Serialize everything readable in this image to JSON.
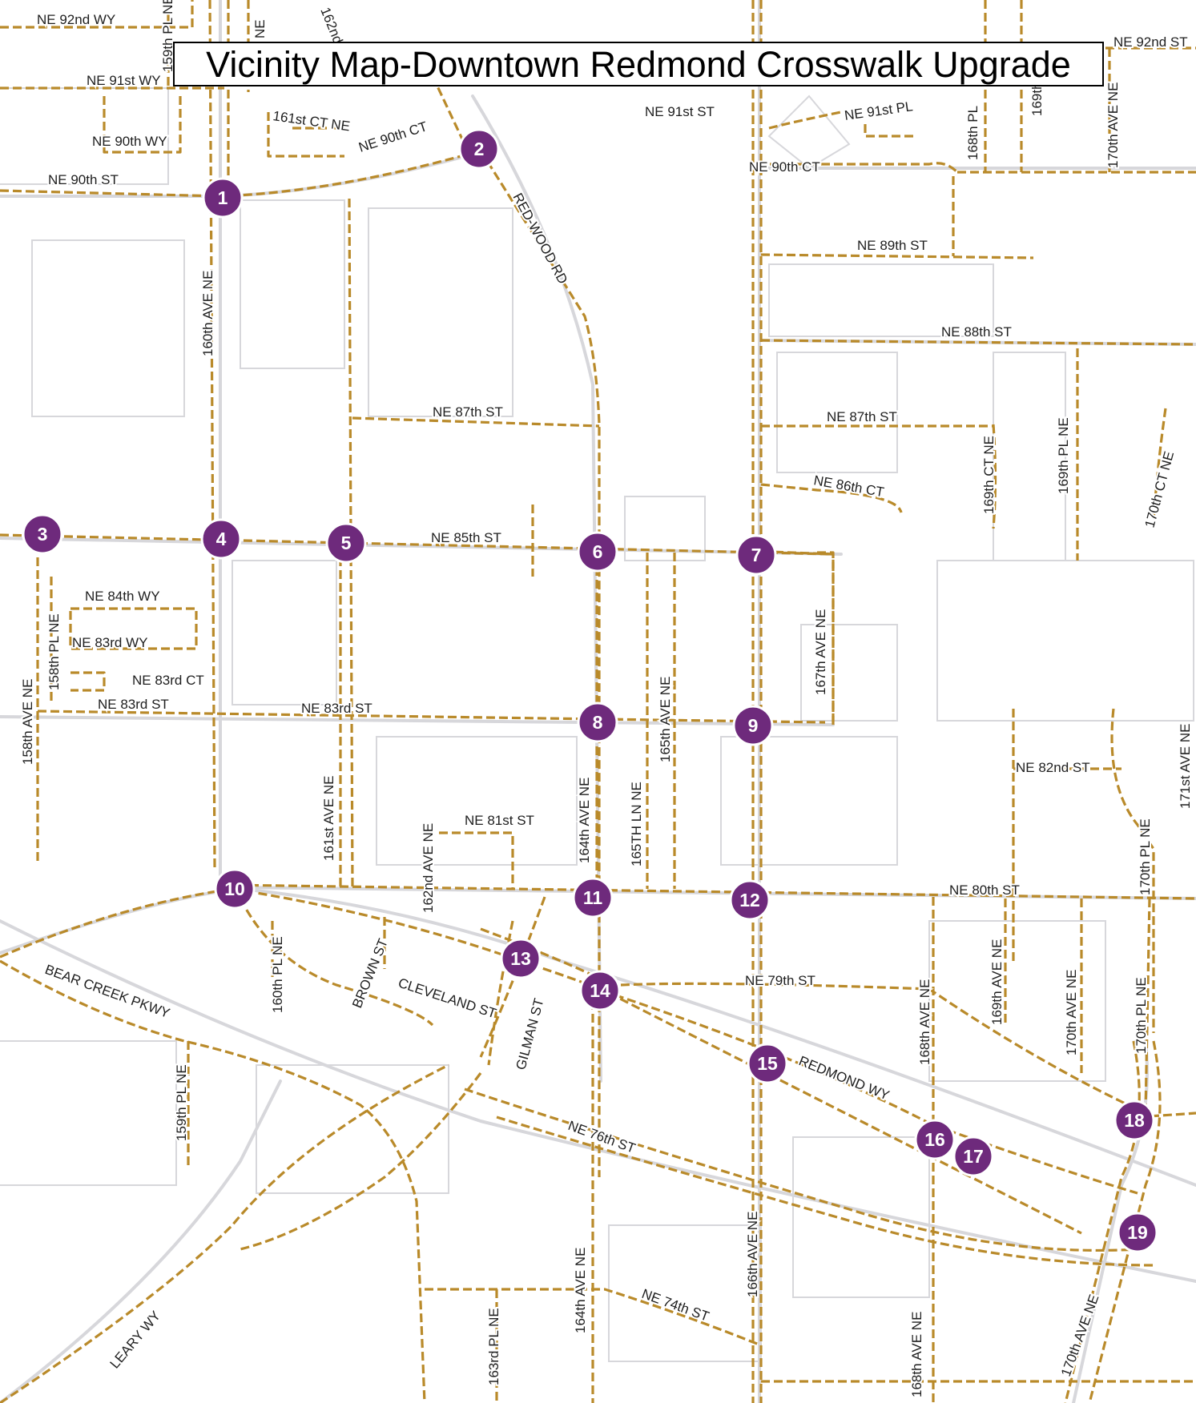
{
  "title": "Vicinity Map-Downtown Redmond Crosswalk Upgrade",
  "colors": {
    "marker": "#6e2a7c",
    "sidewalk": "#b98a2a",
    "parcel": "#d7d7db",
    "background": "#ffffff"
  },
  "crosswalks": [
    "1",
    "2",
    "3",
    "4",
    "5",
    "6",
    "7",
    "8",
    "9",
    "10",
    "11",
    "12",
    "13",
    "14",
    "15",
    "16",
    "17",
    "18",
    "19"
  ],
  "streets": [
    "NE 92nd WY",
    "159th PL NE",
    "NE",
    "162nd",
    "NE 92nd ST",
    "NE 91st WY",
    "161st CT NE",
    "NE 90th CT",
    "NE 90th WY",
    "NE 90th ST",
    "NE 91st ST",
    "NE 91st PL",
    "168th PL",
    "169th",
    "170th AVE NE",
    "NE 90th CT",
    "RED-WOOD RD",
    "NE 89th ST",
    "160th AVE NE",
    "NE 88th ST",
    "NE 87th ST",
    "NE 87th ST",
    "NE 86th CT",
    "169th CT NE",
    "169th PL NE",
    "170th CT NE",
    "NE 85th ST",
    "NE 84th WY",
    "158th PL NE",
    "NE 83rd WY",
    "NE 83rd CT",
    "167th AVE NE",
    "158th AVE NE",
    "NE 83rd ST",
    "NE 83rd ST",
    "165th AVE NE",
    "NE 82nd ST",
    "171st AVE NE",
    "161st AVE NE",
    "164th AVE NE",
    "165TH LN NE",
    "162nd AVE NE",
    "NE 81st ST",
    "NE 80th ST",
    "170th PL NE",
    "160th PL NE",
    "BROWN ST",
    "NE 79th ST",
    "168th AVE NE",
    "169th AVE NE",
    "170th AVE NE",
    "170th PL NE",
    "BEAR CREEK PKWY",
    "CLEVELAND ST",
    "GILMAN ST",
    "REDMOND WY",
    "159th PL NE",
    "NE 76th ST",
    "166th AVE NE",
    "164th AVE NE",
    "NE 74th ST",
    "163rd PL NE",
    "168th AVE NE",
    "170th AVE NE",
    "LEARY WY"
  ]
}
